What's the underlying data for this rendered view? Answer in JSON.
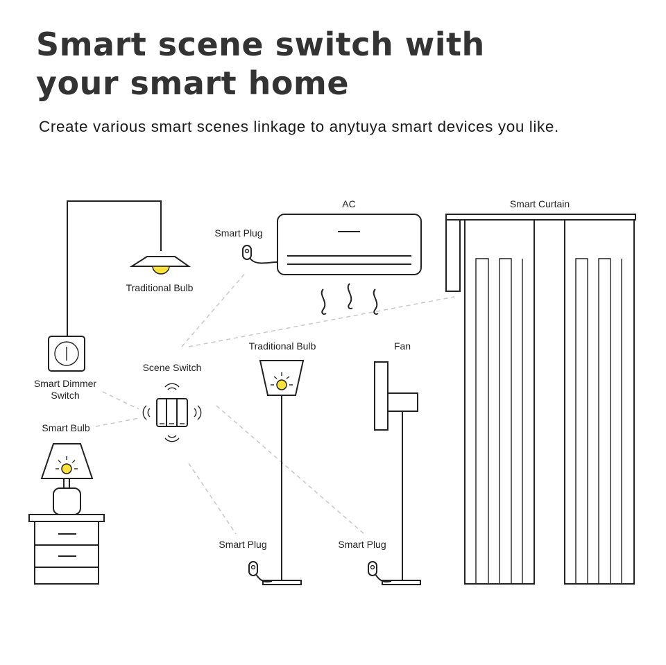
{
  "heading": {
    "line1": "Smart scene switch with",
    "line2": "your smart home",
    "subtitle": "Create various smart scenes linkage to anytuya smart devices you like."
  },
  "labels": {
    "ac": "AC",
    "smart_curtain": "Smart Curtain",
    "smart_plug_ac": "Smart Plug",
    "traditional_bulb_ceiling": "Traditional Bulb",
    "traditional_bulb_floor": "Traditional Bulb",
    "fan": "Fan",
    "scene_switch": "Scene Switch",
    "smart_dimmer_line1": "Smart Dimmer",
    "smart_dimmer_line2": "Switch",
    "smart_bulb": "Smart Bulb",
    "smart_plug_lamp": "Smart Plug",
    "smart_plug_fan": "Smart Plug"
  },
  "colors": {
    "bulb": "#fbe23a",
    "lines": "#222222",
    "connections": "#c8c8c8"
  }
}
